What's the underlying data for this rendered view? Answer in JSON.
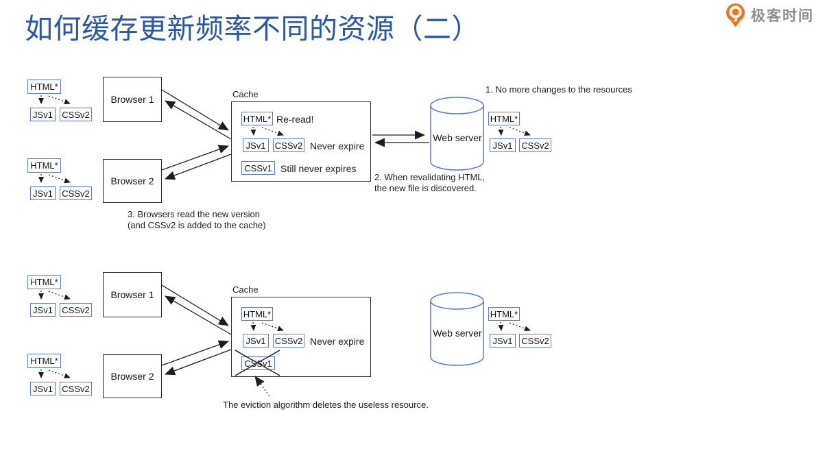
{
  "title": "如何缓存更新频率不同的资源（二）",
  "logo": {
    "brand": "极客时间",
    "icon_color": "#F3701F",
    "text_color": "#8E8E8E"
  },
  "colors": {
    "title_blue": "#2D57A5",
    "box_border_blue": "#5B7CC0",
    "diagram_line": "#222222"
  },
  "labels": {
    "html": "HTML*",
    "jsv1": "JSv1",
    "cssv2": "CSSv2",
    "cssv1": "CSSv1",
    "browser1": "Browser 1",
    "browser2": "Browser 2",
    "cache": "Cache",
    "web_server": "Web server"
  },
  "diagram1": {
    "re_read": "Re-read!",
    "never_expire": "Never expire",
    "still_never_expires": "Still never expires",
    "note1": "1. No more changes to the resources",
    "note2_line1": "2. When revalidating HTML,",
    "note2_line2": "the new file is discovered.",
    "note3_line1": "3. Browsers read the new version",
    "note3_line2": "(and CSSv2 is added to the cache)"
  },
  "diagram2": {
    "never_expire": "Never expire",
    "note": "The eviction algorithm deletes the useless resource."
  }
}
